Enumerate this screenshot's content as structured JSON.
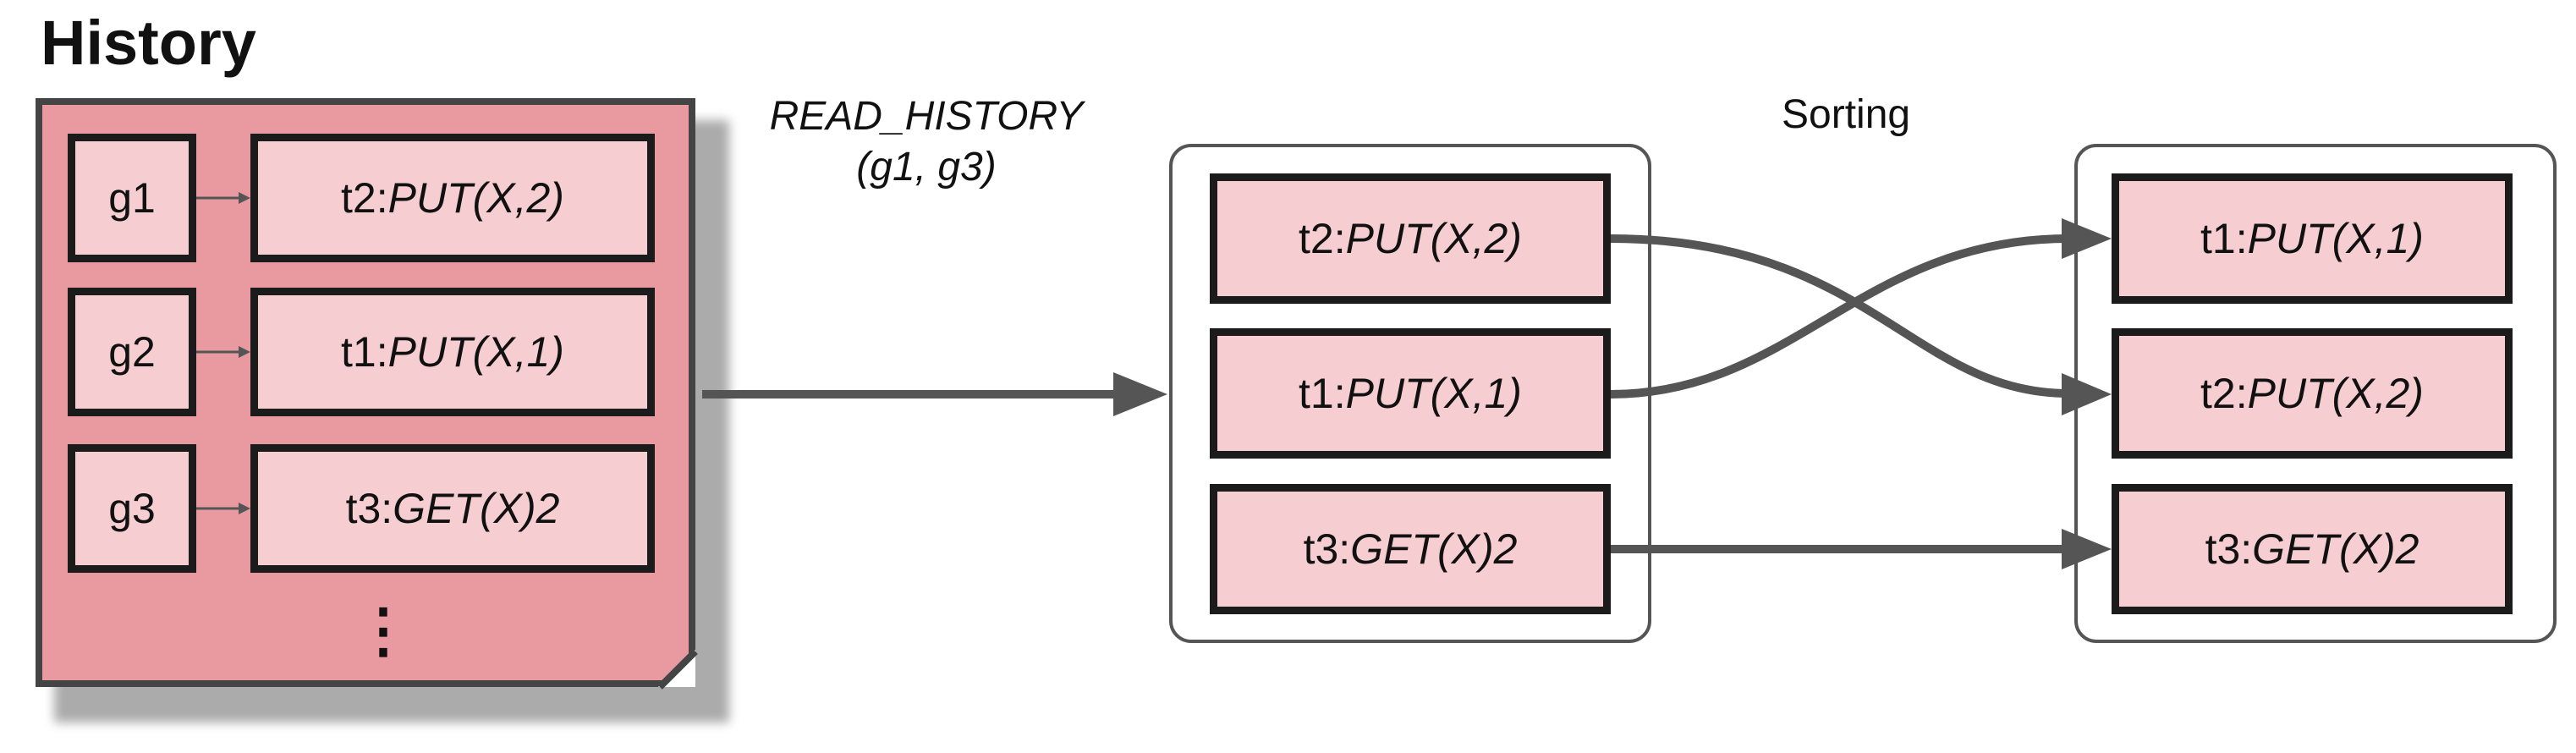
{
  "title": "History",
  "history": {
    "rows": [
      {
        "group": "g1",
        "txn": "t2:",
        "op": "PUT(X,2)"
      },
      {
        "group": "g2",
        "txn": "t1:",
        "op": "PUT(X,1)"
      },
      {
        "group": "g3",
        "txn": "t3:",
        "op": "GET(X)2"
      }
    ],
    "more": "⋮"
  },
  "edge_label": {
    "line1": "READ_HISTORY",
    "line2": "(g1, g3)"
  },
  "sort_label": "Sorting",
  "unsorted": [
    {
      "txn": "t2:",
      "op": "PUT(X,2)"
    },
    {
      "txn": "t1:",
      "op": "PUT(X,1)"
    },
    {
      "txn": "t3:",
      "op": "GET(X)2"
    }
  ],
  "sorted": [
    {
      "txn": "t1:",
      "op": "PUT(X,1)"
    },
    {
      "txn": "t2:",
      "op": "PUT(X,2)"
    },
    {
      "txn": "t3:",
      "op": "GET(X)2"
    }
  ],
  "colors": {
    "panel_fill": "#e99aa0",
    "box_fill": "#f6cdd0",
    "border": "#1b1b1b",
    "arrow": "#555555"
  }
}
